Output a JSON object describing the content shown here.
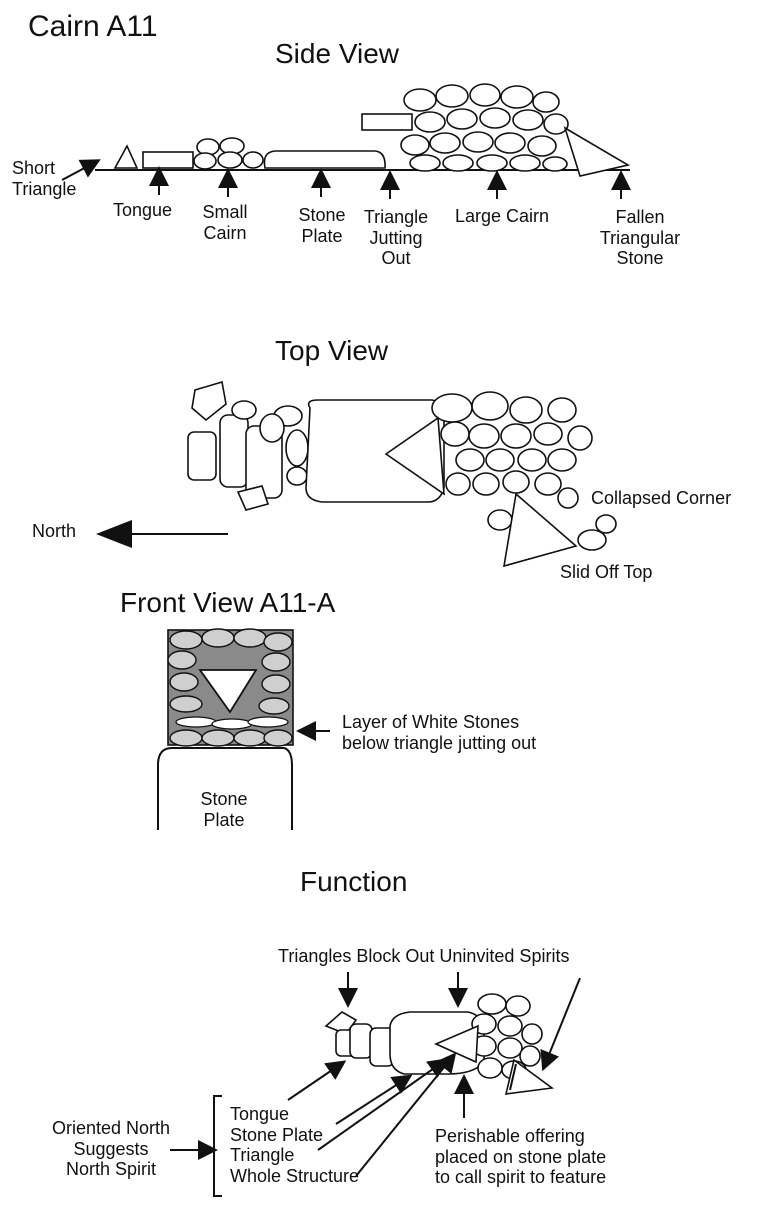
{
  "title": "Cairn A11",
  "side_view": {
    "heading": "Side View",
    "labels": {
      "short_triangle": "Short\nTriangle",
      "tongue": "Tongue",
      "small_cairn": "Small\nCairn",
      "stone_plate": "Stone\nPlate",
      "triangle_jutting": "Triangle\nJutting\nOut",
      "large_cairn": "Large Cairn",
      "fallen_triangular": "Fallen\nTriangular\nStone"
    }
  },
  "top_view": {
    "heading": "Top View",
    "labels": {
      "north": "North",
      "collapsed_corner": "Collapsed Corner",
      "slid_off_top": "Slid Off Top"
    }
  },
  "front_view": {
    "heading": "Front View A11-A",
    "labels": {
      "white_stones": "Layer of White Stones\nbelow triangle jutting out",
      "stone_plate": "Stone\nPlate"
    }
  },
  "function": {
    "heading": "Function",
    "labels": {
      "triangles_block": "Triangles Block Out Uninvited Spirits",
      "oriented_north": "Oriented North\nSuggests\nNorth Spirit",
      "bracket_list": "Tongue\nStone Plate\nTriangle\nWhole Structure",
      "perishable": "Perishable offering\nplaced on stone plate\nto call spirit to feature"
    }
  }
}
